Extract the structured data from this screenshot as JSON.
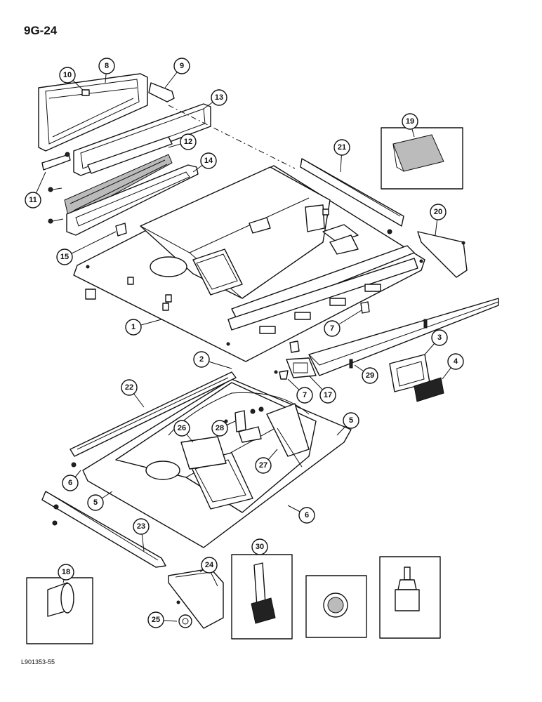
{
  "page": {
    "number": "9G-24",
    "code": "L901353-55"
  },
  "callouts": [
    "1",
    "2",
    "3",
    "4",
    "5",
    "5",
    "6",
    "6",
    "7",
    "7",
    "8",
    "9",
    "10",
    "11",
    "12",
    "13",
    "14",
    "15",
    "17",
    "18",
    "19",
    "20",
    "21",
    "22",
    "23",
    "24",
    "25",
    "26",
    "27",
    "28",
    "29",
    "30"
  ]
}
